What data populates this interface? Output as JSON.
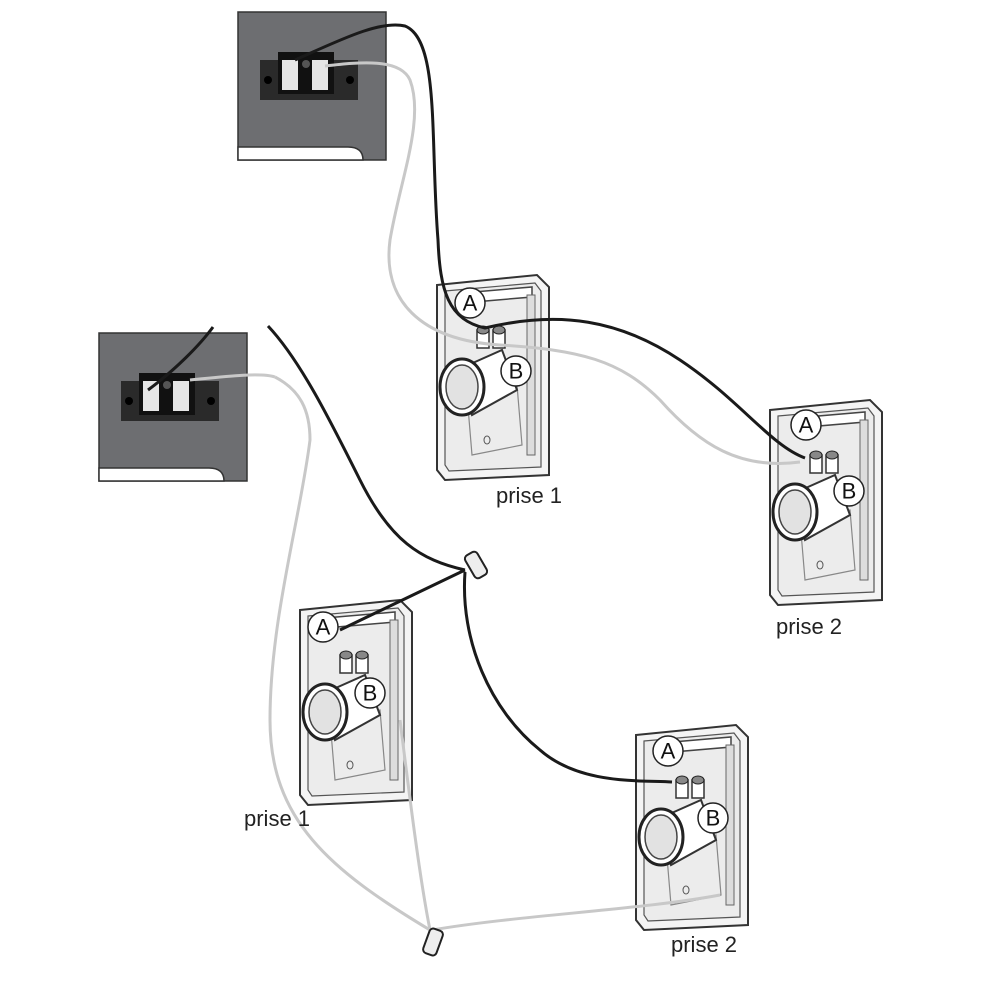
{
  "diagram": {
    "top_setup": {
      "inlet_1": {
        "label": "prise 1",
        "terminal_a": "A",
        "terminal_b": "B"
      },
      "inlet_2": {
        "label": "prise 2",
        "terminal_a": "A",
        "terminal_b": "B"
      }
    },
    "bottom_setup": {
      "inlet_1": {
        "label": "prise 1",
        "terminal_a": "A",
        "terminal_b": "B"
      },
      "inlet_2": {
        "label": "prise 2",
        "terminal_a": "A",
        "terminal_b": "B"
      }
    },
    "colors": {
      "panel": "#6d6e71",
      "black_wire": "#1a1a1a",
      "grey_wire": "#c8c8c8"
    }
  }
}
